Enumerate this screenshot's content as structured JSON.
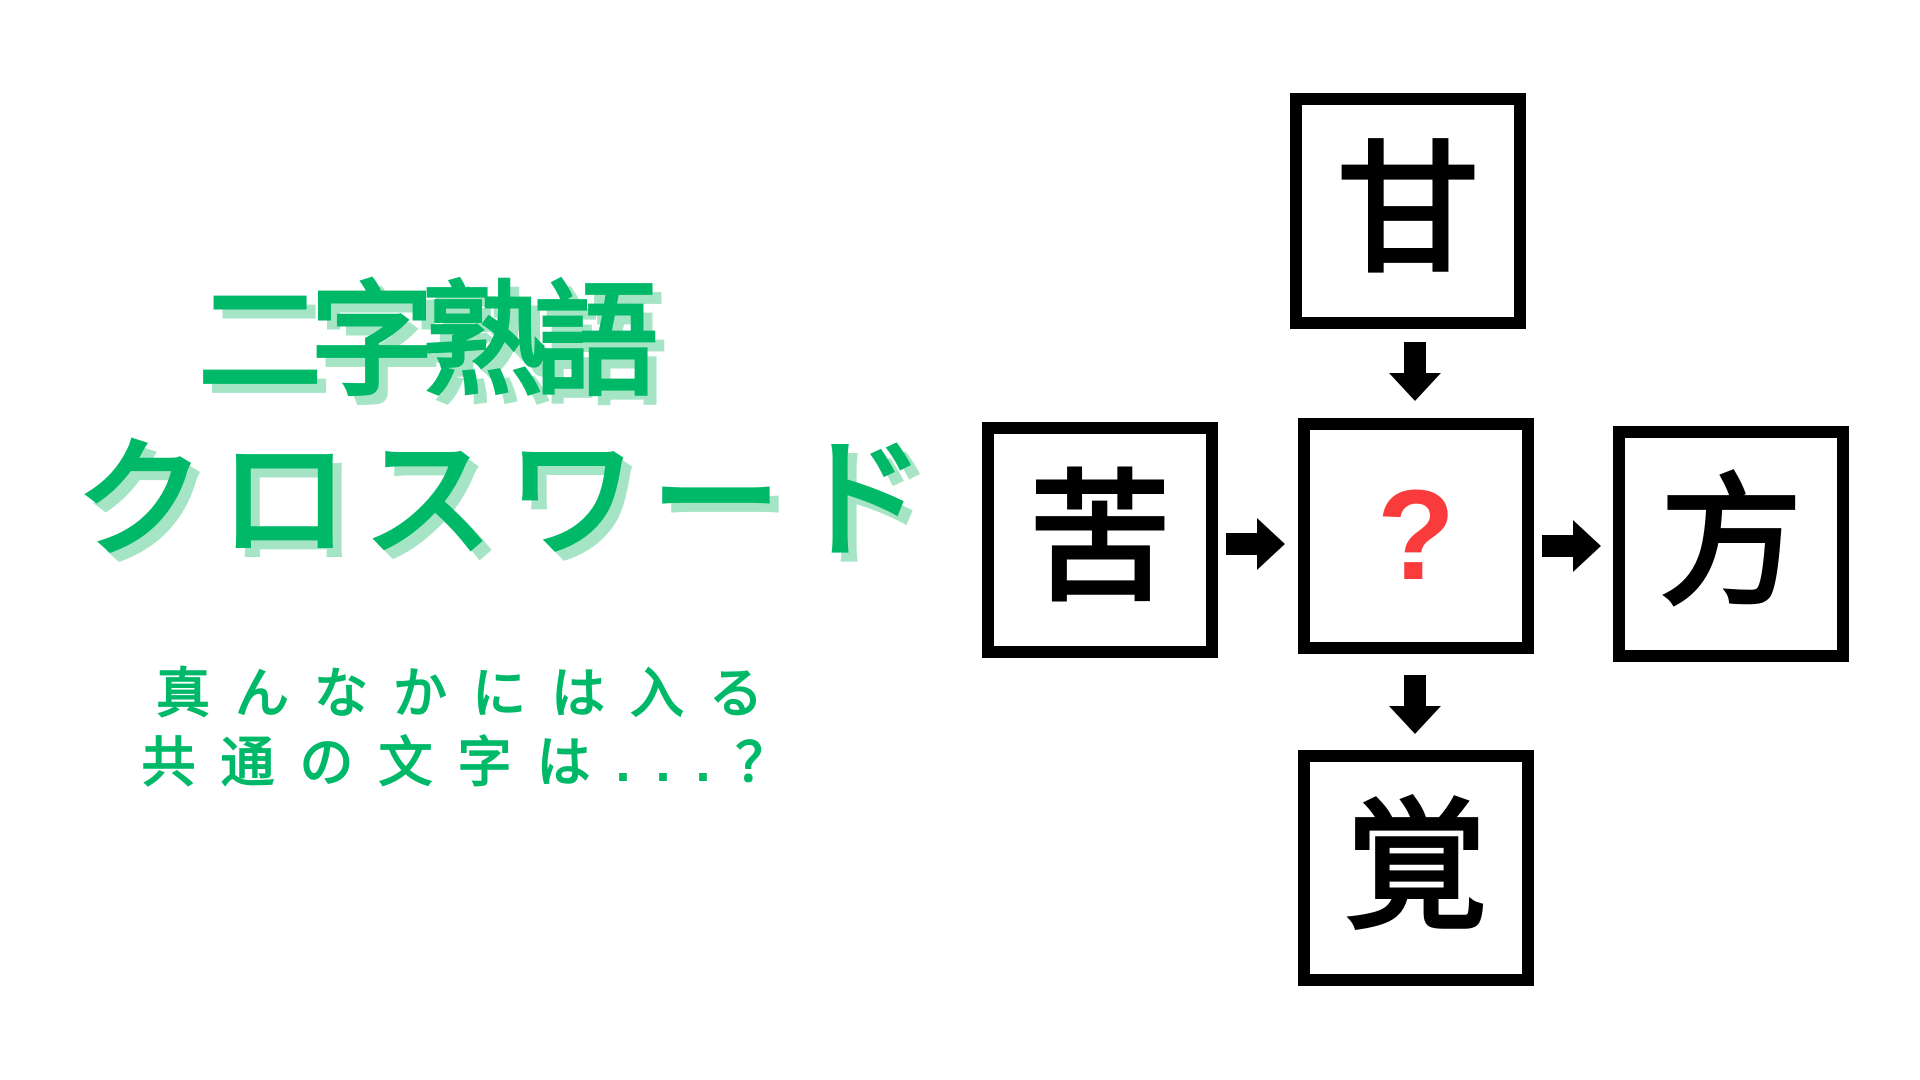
{
  "title": {
    "line1": "二字熟語",
    "line2": "クロスワード"
  },
  "subtitle": {
    "line1": "真んなかには入る",
    "line2": "共通の文字は...？"
  },
  "puzzle": {
    "cells": {
      "top": "甘",
      "left": "苦",
      "center": "?",
      "right": "方",
      "bottom": "覚"
    },
    "arrows": [
      "top-to-center",
      "left-to-center",
      "center-to-right",
      "center-to-bottom"
    ]
  },
  "colors": {
    "green": "#00b968",
    "light_green": "#a5e5c5",
    "red": "#fa3b3b",
    "black": "#000000",
    "background": "#ffffff"
  }
}
